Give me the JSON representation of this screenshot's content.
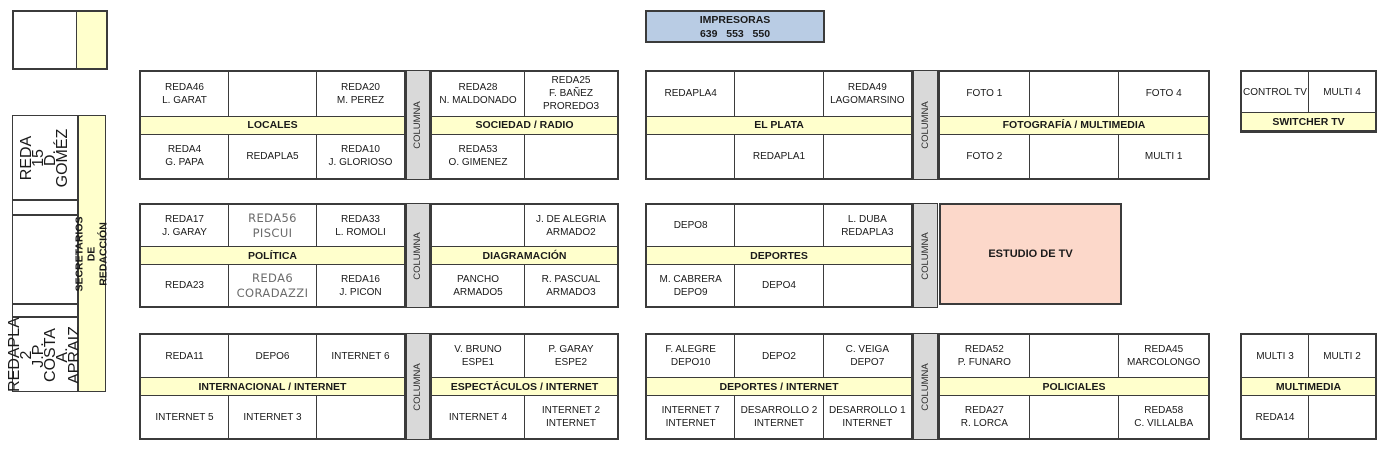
{
  "colors": {
    "band_yellow": "#ffffcc",
    "columna_gray": "#d9d9d9",
    "impresoras_blue": "#b9cce4",
    "estudio_pink": "#fcd8ca",
    "border_dark": "#3b3b3b"
  },
  "impresoras": {
    "title": "IMPRESORAS",
    "numbers": "639   553   550"
  },
  "columna_label": "COLUMNA",
  "estudio": {
    "label": "ESTUDIO DE TV"
  },
  "sidebar": {
    "strip_label": "SECRETARIOS DE REDACCIÓN",
    "top_box": "REDA 15\nD. GOMÉZ",
    "bottom_box": "REDAPLA 2\nJ.P. COSTA\nA. APRAIZ"
  },
  "groups": [
    {
      "id": "locales",
      "band": "LOCALES",
      "top_cells": [
        "REDA46\nL. GARAT",
        "",
        "REDA20\nM. PEREZ"
      ],
      "bottom_cells": [
        "REDA4\nG. PAPA",
        "REDAPLA5",
        "REDA10\nJ. GLORIOSO"
      ]
    },
    {
      "id": "sociedad-radio",
      "band": "SOCIEDAD / RADIO",
      "top_cells": [
        "REDA28\nN. MALDONADO",
        "REDA25\nF. BAÑEZ\nPROREDO3"
      ],
      "bottom_cells": [
        "REDA53\nO. GIMENEZ",
        ""
      ]
    },
    {
      "id": "el-plata",
      "band": "EL PLATA",
      "top_cells": [
        "REDAPLA4",
        "",
        "REDA49\nLAGOMARSINO"
      ],
      "bottom_cells": [
        "",
        "REDAPLA1",
        ""
      ]
    },
    {
      "id": "fotografia-multimedia",
      "band": "FOTOGRAFÍA / MULTIMEDIA",
      "top_cells": [
        "FOTO 1",
        "",
        "FOTO 4"
      ],
      "bottom_cells": [
        "FOTO 2",
        "",
        "MULTI 1"
      ]
    },
    {
      "id": "switcher-tv",
      "band": "SWITCHER TV",
      "top_cells": [
        "CONTROL TV",
        "MULTI 4"
      ],
      "bottom_cells": null
    },
    {
      "id": "politica",
      "band": "POLÍTICA",
      "top_cells": [
        "REDA17\nJ. GARAY",
        "REDA56\nPISCUI",
        "REDA33\nL. ROMOLI"
      ],
      "bottom_cells": [
        "REDA23",
        "REDA6\nCORADAZZI",
        "REDA16\nJ. PICON"
      ],
      "alt_style_cells": [
        "top.1",
        "bottom.1"
      ]
    },
    {
      "id": "diagramacion",
      "band": "DIAGRAMACIÓN",
      "top_cells": [
        "",
        "J. DE ALEGRIA\nARMADO2"
      ],
      "bottom_cells": [
        "PANCHO\nARMADO5",
        "R. PASCUAL\nARMADO3"
      ]
    },
    {
      "id": "deportes",
      "band": "DEPORTES",
      "top_cells": [
        "DEPO8",
        "",
        "L. DUBA\nREDAPLA3"
      ],
      "bottom_cells": [
        "M. CABRERA\nDEPO9",
        "DEPO4",
        ""
      ]
    },
    {
      "id": "internacional-internet",
      "band": "INTERNACIONAL / INTERNET",
      "top_cells": [
        "REDA11",
        "DEPO6",
        "INTERNET 6"
      ],
      "bottom_cells": [
        "INTERNET 5",
        "INTERNET 3",
        ""
      ]
    },
    {
      "id": "espectaculos-internet",
      "band": "ESPECTÁCULOS / INTERNET",
      "top_cells": [
        "V. BRUNO\nESPE1",
        "P. GARAY\nESPE2"
      ],
      "bottom_cells": [
        "INTERNET 4",
        "INTERNET 2\nINTERNET"
      ]
    },
    {
      "id": "deportes-internet",
      "band": "DEPORTES / INTERNET",
      "top_cells": [
        "F. ALEGRE\nDEPO10",
        "DEPO2",
        "C. VEIGA\nDEPO7"
      ],
      "bottom_cells": [
        "INTERNET 7\nINTERNET",
        "DESARROLLO 2\nINTERNET",
        "DESARROLLO 1\nINTERNET"
      ]
    },
    {
      "id": "policiales",
      "band": "POLICIALES",
      "top_cells": [
        "REDA52\nP. FUNARO",
        "",
        "REDA45\nMARCOLONGO"
      ],
      "bottom_cells": [
        "REDA27\nR. LORCA",
        "",
        "REDA58\nC. VILLALBA"
      ]
    },
    {
      "id": "multimedia",
      "band": "MULTIMEDIA",
      "top_cells": [
        "MULTI 3",
        "MULTI 2"
      ],
      "bottom_cells": [
        "REDA14",
        ""
      ]
    }
  ]
}
